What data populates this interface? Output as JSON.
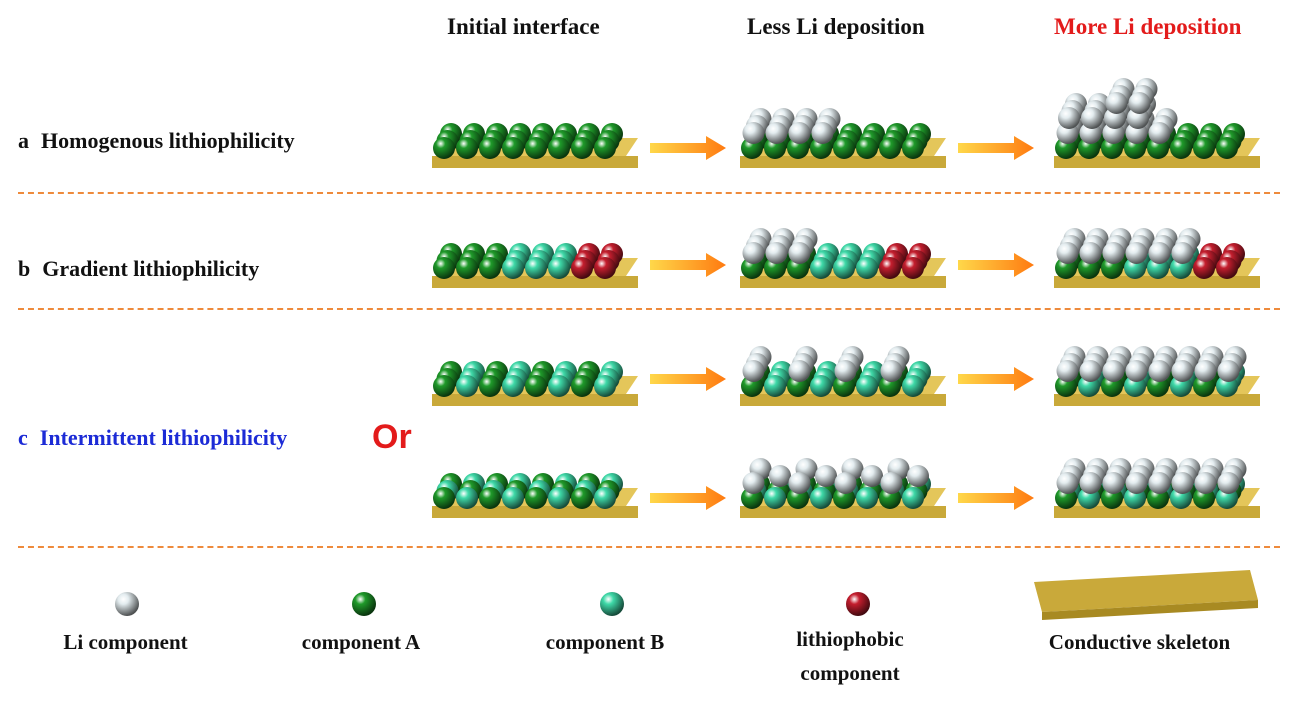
{
  "headers": {
    "initial": "Initial interface",
    "less": "Less Li deposition",
    "more": "More Li deposition"
  },
  "rows": {
    "a": {
      "letter": "a",
      "label": "Homogenous lithiophilicity"
    },
    "b": {
      "letter": "b",
      "label": "Gradient lithiophilicity"
    },
    "c": {
      "letter": "c",
      "label": "Intermittent lithiophilicity"
    },
    "or_text": "Or"
  },
  "legend": {
    "li": "Li component",
    "a": "component  A",
    "b": "component  B",
    "phobic_line1": "lithiophobic",
    "phobic_line2": "component",
    "skeleton": "Conductive skeleton"
  },
  "colors": {
    "li_sphere": "#e3ecef",
    "component_a": "#1f9a2a",
    "component_b": "#3fd9a8",
    "lithiophobic": "#c41e2e",
    "skeleton": "#c9a93a",
    "header_highlight": "#e31b1b",
    "row_c_label": "#1c2bd6",
    "divider": "#ee8a3c",
    "arrow": "#ff9a1a"
  }
}
